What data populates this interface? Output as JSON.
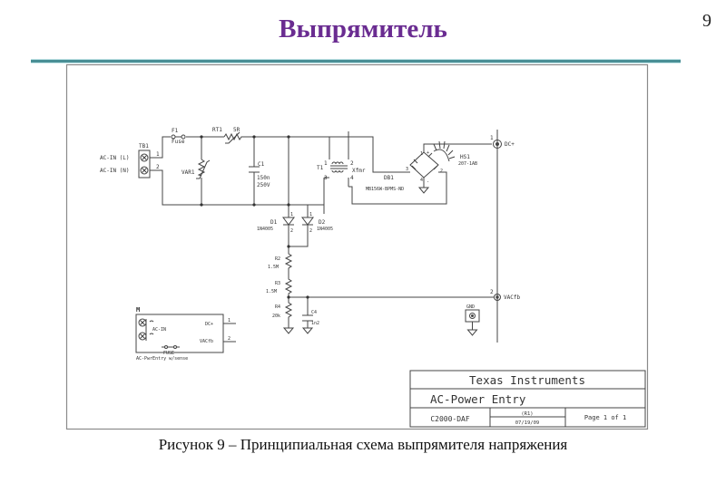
{
  "slide": {
    "title": "Выпрямитель",
    "page_number": "9",
    "caption": "Рисунок 9 – Принципиальная схема выпрямителя напряжения"
  },
  "schematic": {
    "terminal_block": {
      "ref": "TB1",
      "pin1_label": "AC-IN (L)",
      "pin2_label": "AC-IN (N)",
      "pin1": "1",
      "pin2": "2"
    },
    "fuse": {
      "ref": "F1",
      "value": "Fuse"
    },
    "thermistor": {
      "ref": "RT1",
      "value": "5R"
    },
    "varistor": {
      "ref": "VAR1"
    },
    "capacitor_c1": {
      "ref": "C1",
      "value": "150n",
      "voltage": "250V"
    },
    "transformer": {
      "ref": "T1",
      "value": "Xfmr",
      "pins": [
        "1",
        "2",
        "3",
        "4"
      ]
    },
    "bridge": {
      "ref": "DB1",
      "value": "MB156W-BPMS-ND",
      "pins": [
        "1",
        "2",
        "3",
        "4"
      ],
      "plus": "+",
      "minus": "-"
    },
    "heatsink": {
      "ref": "HS1",
      "value": "207-1AB"
    },
    "diode_d1": {
      "ref": "D1",
      "value": "1N4005",
      "pin1": "1",
      "pin2": "2"
    },
    "diode_d2": {
      "ref": "D2",
      "value": "1N4005",
      "pin1": "1",
      "pin2": "2"
    },
    "resistor_r2": {
      "ref": "R2",
      "value": "1.5M"
    },
    "resistor_r3": {
      "ref": "R3",
      "value": "1.5M"
    },
    "resistor_r4": {
      "ref": "R4",
      "value": "20k"
    },
    "capacitor_c4": {
      "ref": "C4",
      "value": "1n2"
    },
    "output_dc": {
      "pin": "1",
      "label": "DC+"
    },
    "output_vac": {
      "pin": "2",
      "label": "VACfb"
    },
    "gnd_terminal": {
      "label": "GND"
    },
    "module": {
      "ref": "M",
      "ac_in": "AC-IN",
      "fuse": "FUSE",
      "dc_label": "DC+",
      "vac_label": "VACfb",
      "pin1": "1",
      "pin2": "2",
      "description": "AC-PwrEntry w/sense"
    },
    "title_block": {
      "company": "Texas Instruments",
      "title": "AC-Power Entry",
      "project": "C2000-DAF",
      "revision": "(R1)",
      "date": "07/19/09",
      "page": "Page 1 of 1"
    }
  }
}
